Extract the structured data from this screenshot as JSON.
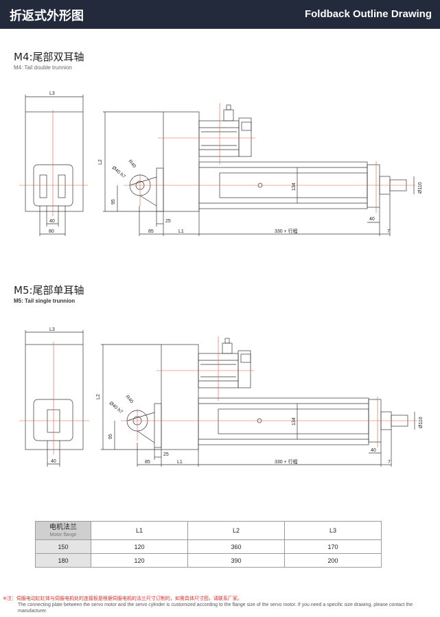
{
  "header": {
    "title_cn": "折返式外形图",
    "title_en": "Foldback Outline Drawing"
  },
  "m4": {
    "title": "M4:尾部双耳轴",
    "subtitle": "M4: Tail double trunnion",
    "dims": {
      "l3": "L3",
      "l2": "L2",
      "w40": "40",
      "w80": "80",
      "h95": "95",
      "d85": "85",
      "d25": "25",
      "l1": "L1",
      "stroke": "330 + 行程",
      "h134": "134",
      "d40b": "40",
      "d7": "7",
      "dia110": "Ø110",
      "dia40": "Ø40 h7",
      "r40": "R40"
    }
  },
  "m5": {
    "title": "M5:尾部单耳轴",
    "subtitle": "M5: Tail single trunnion",
    "dims": {
      "l3": "L3",
      "l2": "L2",
      "w40": "40",
      "h95": "95",
      "d85": "85",
      "d25": "25",
      "l1": "L1",
      "stroke": "330 + 行程",
      "h134": "134",
      "d40b": "40",
      "d7": "7",
      "dia110": "Ø110",
      "dia40": "Ø40 h7",
      "r40": "R40"
    }
  },
  "table": {
    "head_cn": "电机法兰",
    "head_en": "Motor flange",
    "cols": [
      "L1",
      "L2",
      "L3"
    ],
    "rows": [
      {
        "flange": "150",
        "l1": "120",
        "l2": "360",
        "l3": "170"
      },
      {
        "flange": "180",
        "l1": "120",
        "l2": "390",
        "l3": "200"
      }
    ]
  },
  "note": {
    "cn": "※注：伺服电动缸缸体与伺服电机处的连接板是根据伺服电机的法兰尺寸订制的，如需具体尺寸图，请联系厂家。",
    "en": "The connecting plate between the servo motor and the servo cylinder is customized according to the flange size of the servo motor. If you need a specific size drawing, please contact the manufacturer."
  }
}
